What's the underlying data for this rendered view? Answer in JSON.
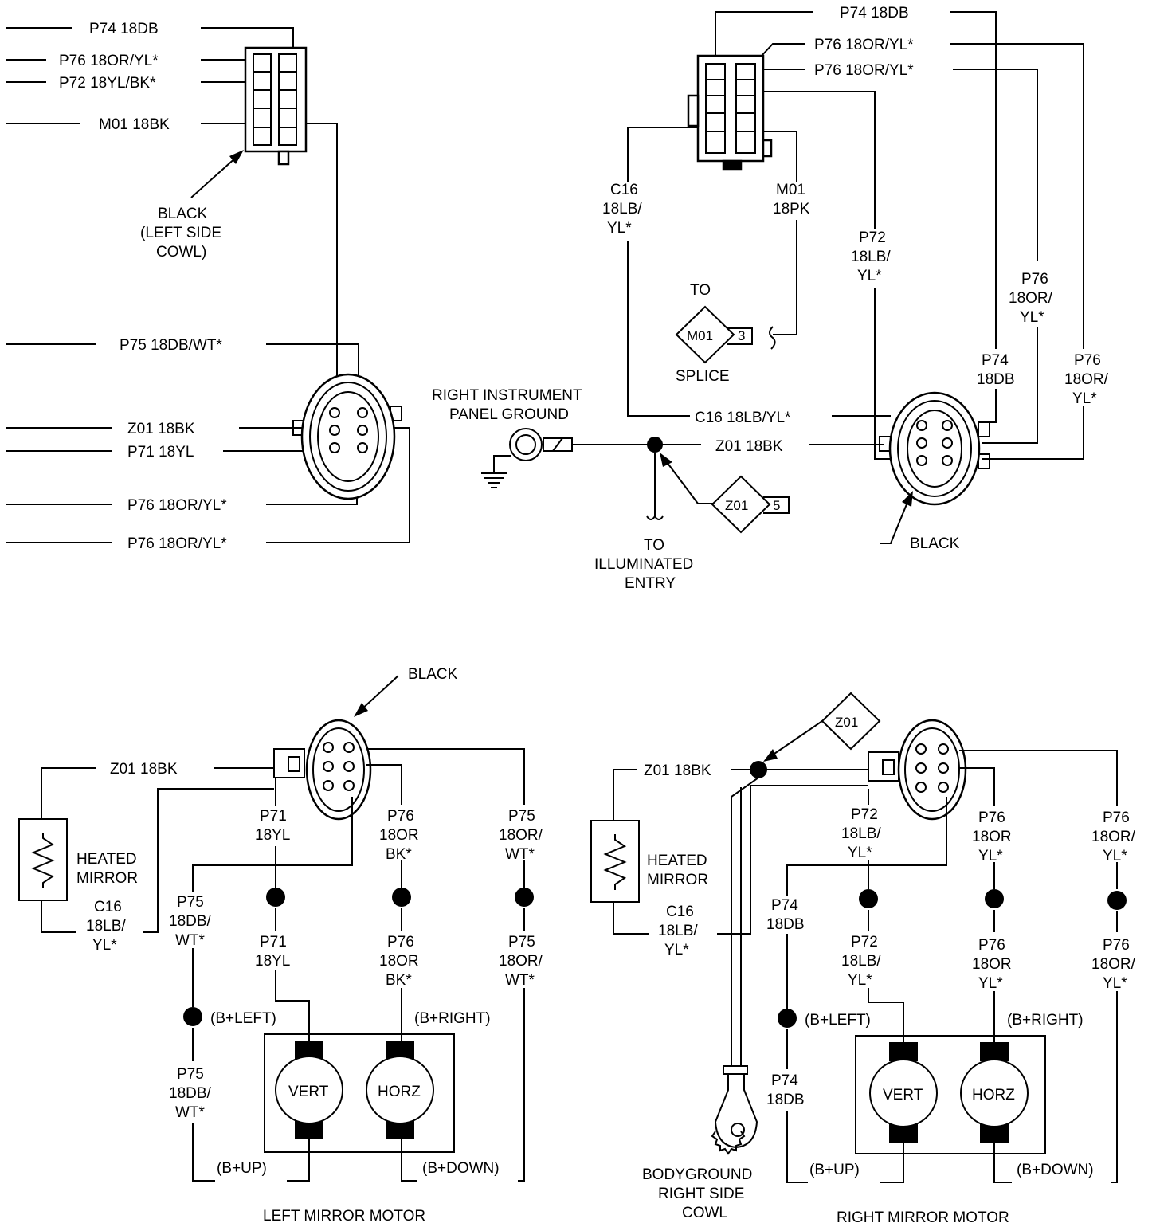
{
  "top_left": {
    "wires_top": [
      "P74 18DB",
      "P76 18OR/YL*",
      "P72 18YL/BK*",
      "M01 18BK"
    ],
    "connector_label": [
      "BLACK",
      "(LEFT SIDE",
      "COWL)"
    ],
    "wires_bottom": [
      "P75 18DB/WT*",
      "Z01 18BK",
      "P71 18YL",
      "P76 18OR/YL*",
      "P76 18OR/YL*"
    ]
  },
  "top_right": {
    "wires_top": [
      "P74 18DB",
      "P76 18OR/YL*",
      "P76 18OR/YL*"
    ],
    "c16_vertical": [
      "C16",
      "18LB/",
      "YL*"
    ],
    "m01_vertical": [
      "M01",
      "18PK"
    ],
    "p72_vertical": [
      "P72",
      "18LB/",
      "YL*"
    ],
    "p76_vertical_a": [
      "P76",
      "18OR/",
      "YL*"
    ],
    "p74_vertical": [
      "P74",
      "18DB"
    ],
    "p76_vertical_b": [
      "P76",
      "18OR/",
      "YL*"
    ],
    "to_label": "TO",
    "m01_splice_id": "M01",
    "m01_splice_num": "3",
    "splice_label": "SPLICE",
    "ground_label": [
      "RIGHT INSTRUMENT",
      "PANEL GROUND"
    ],
    "c16_horizontal": "C16 18LB/YL*",
    "z01_horizontal": "Z01 18BK",
    "z01_splice_id": "Z01",
    "z01_splice_num": "5",
    "illuminated_label": [
      "TO",
      "ILLUMINATED",
      "ENTRY"
    ],
    "black_label": "BLACK"
  },
  "left_mirror": {
    "black_label": "BLACK",
    "z01": "Z01 18BK",
    "heated_mirror": [
      "HEATED",
      "MIRROR"
    ],
    "c16": [
      "C16",
      "18LB/",
      "YL*"
    ],
    "p71_top": [
      "P71",
      "18YL"
    ],
    "p76_top": [
      "P76",
      "18OR",
      "BK*"
    ],
    "p75_top_right": [
      "P75",
      "18OR/",
      "WT*"
    ],
    "p75_left": [
      "P75",
      "18DB/",
      "WT*"
    ],
    "p71_bottom": [
      "P71",
      "18YL"
    ],
    "p76_bottom": [
      "P76",
      "18OR",
      "BK*"
    ],
    "p75_bottom_right": [
      "P75",
      "18OR/",
      "WT*"
    ],
    "p75_lower": [
      "P75",
      "18DB/",
      "WT*"
    ],
    "b_left": "(B+LEFT)",
    "b_right": "(B+RIGHT)",
    "b_up": "(B+UP)",
    "b_down": "(B+DOWN)",
    "vert": "VERT",
    "horz": "HORZ",
    "title": "LEFT MIRROR MOTOR"
  },
  "right_mirror": {
    "z01_splice": "Z01",
    "z01": "Z01 18BK",
    "heated_mirror": [
      "HEATED",
      "MIRROR"
    ],
    "c16": [
      "C16",
      "18LB/",
      "YL*"
    ],
    "p72_top": [
      "P72",
      "18LB/",
      "YL*"
    ],
    "p76_top_a": [
      "P76",
      "18OR",
      "YL*"
    ],
    "p76_top_b": [
      "P76",
      "18OR/",
      "YL*"
    ],
    "p74_top": [
      "P74",
      "18DB"
    ],
    "p72_bottom": [
      "P72",
      "18LB/",
      "YL*"
    ],
    "p76_bottom_a": [
      "P76",
      "18OR",
      "YL*"
    ],
    "p76_bottom_b": [
      "P76",
      "18OR/",
      "YL*"
    ],
    "p74_lower": [
      "P74",
      "18DB"
    ],
    "b_left": "(B+LEFT)",
    "b_right": "(B+RIGHT)",
    "b_up": "(B+UP)",
    "b_down": "(B+DOWN)",
    "vert": "VERT",
    "horz": "HORZ",
    "ground": [
      "BODYGROUND",
      "RIGHT SIDE",
      "COWL"
    ],
    "title": "RIGHT MIRROR MOTOR"
  }
}
